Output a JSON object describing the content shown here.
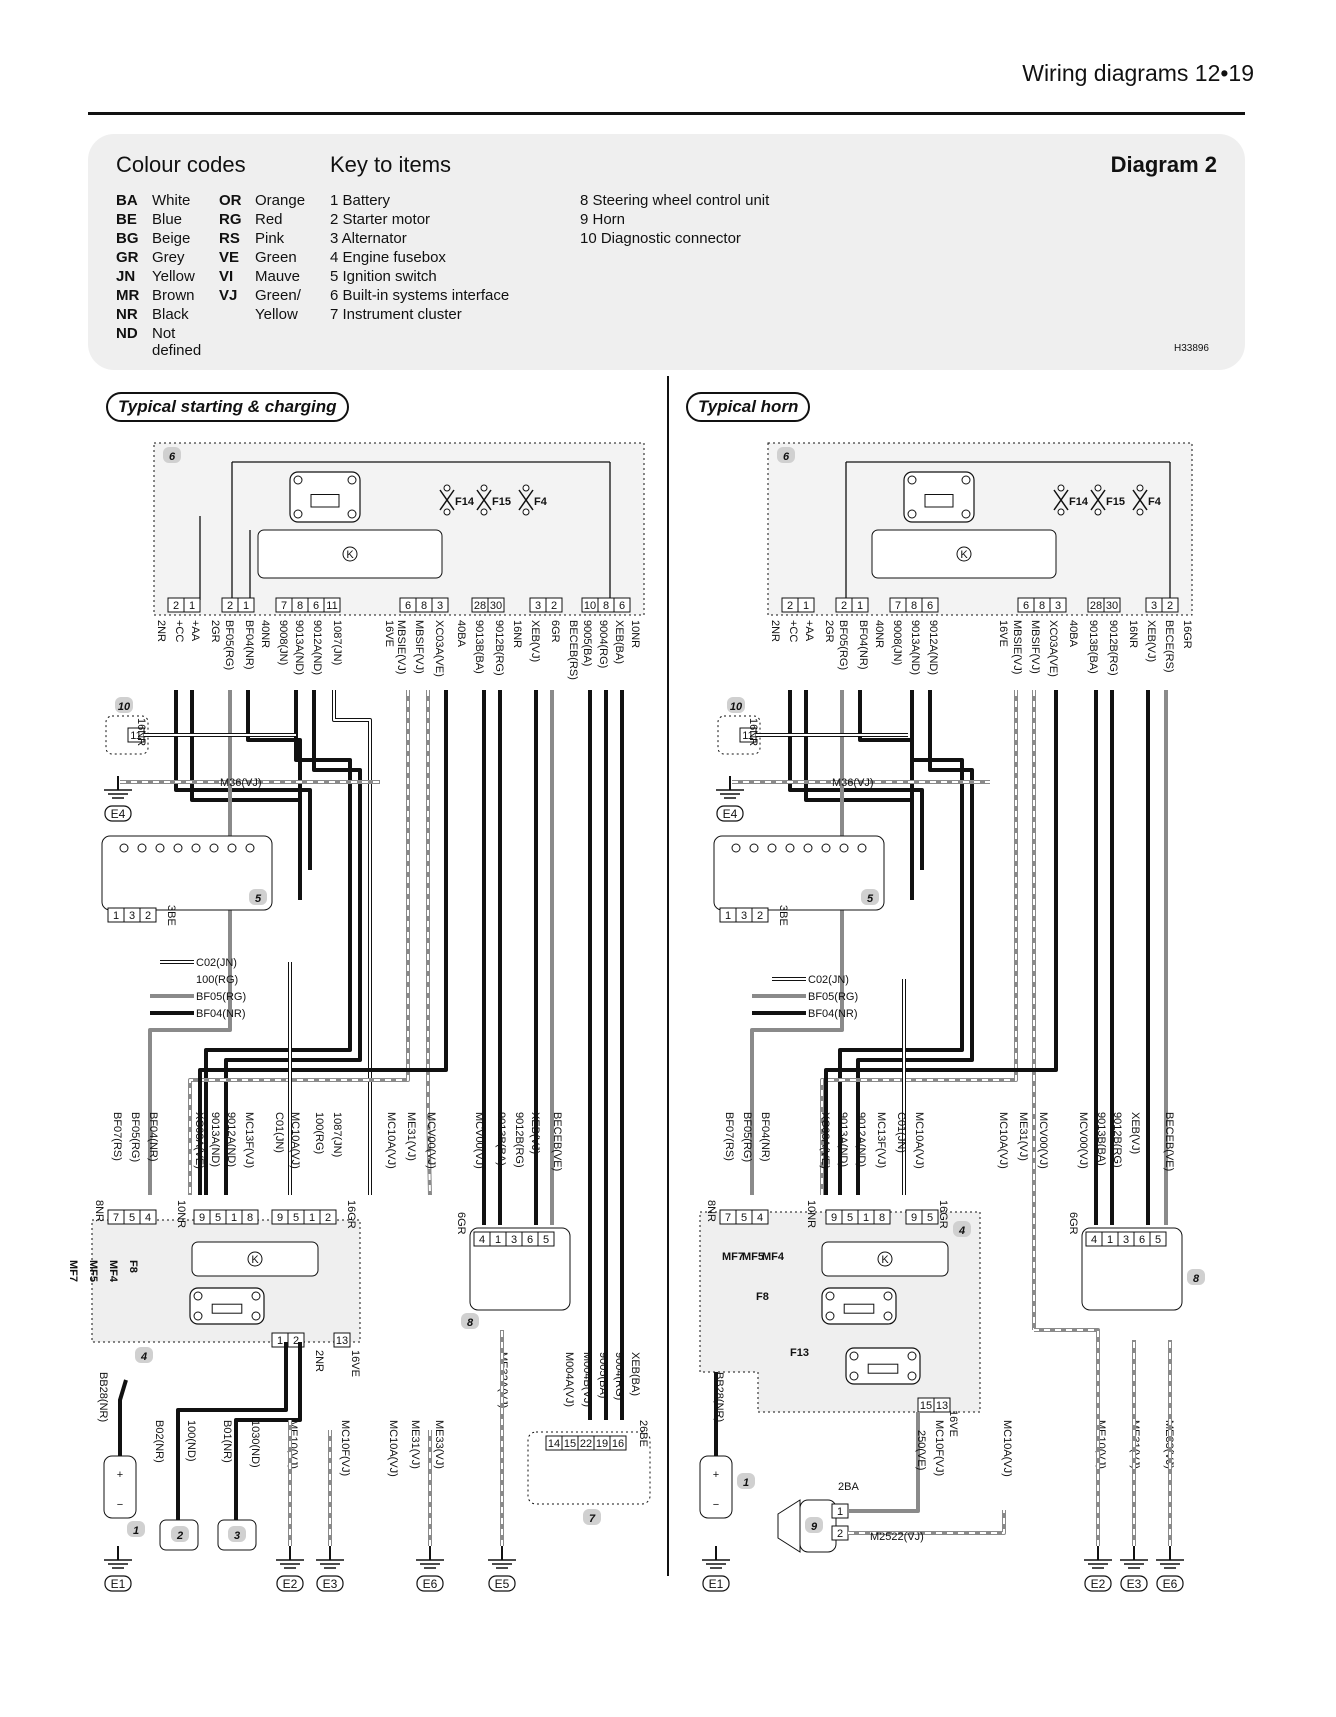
{
  "header": {
    "title": "Wiring diagrams 12•19"
  },
  "legend": {
    "diagram_label": "Diagram 2",
    "colour_heading": "Colour codes",
    "key_heading": "Key to items",
    "ref_code": "H33896",
    "colour_codes": [
      {
        "code": "BA",
        "name": "White"
      },
      {
        "code": "BE",
        "name": "Blue"
      },
      {
        "code": "BG",
        "name": "Beige"
      },
      {
        "code": "GR",
        "name": "Grey"
      },
      {
        "code": "JN",
        "name": "Yellow"
      },
      {
        "code": "MR",
        "name": "Brown"
      },
      {
        "code": "NR",
        "name": "Black"
      },
      {
        "code": "ND",
        "name": "Not defined"
      },
      {
        "code": "OR",
        "name": "Orange"
      },
      {
        "code": "RG",
        "name": "Red"
      },
      {
        "code": "RS",
        "name": "Pink"
      },
      {
        "code": "VE",
        "name": "Green"
      },
      {
        "code": "VI",
        "name": "Mauve"
      },
      {
        "code": "VJ",
        "name": "Green/"
      },
      {
        "code": "",
        "name": "Yellow"
      }
    ],
    "key_items": [
      "1 Battery",
      "2 Starter motor",
      "3 Alternator",
      "4 Engine fusebox",
      "5 Ignition switch",
      "6 Built-in systems interface",
      "7 Instrument cluster",
      "8 Steering wheel control unit",
      "9 Horn",
      "10 Diagnostic connector"
    ]
  },
  "sections": {
    "left_title": "Typical starting & charging",
    "right_title": "Typical horn"
  },
  "left": {
    "bsi_top_wires": [
      "2NR",
      "+CC",
      "+AA",
      "2GR",
      "BF05(RG)",
      "BF04(NR)",
      "40NR",
      "9008(JN)",
      "9013A(ND)",
      "9012A(ND)",
      "1087(JN)",
      "16VE",
      "MBSIE(VJ)",
      "MBSIF(VJ)",
      "XC03A(VE)",
      "40BA",
      "9013B(BA)",
      "9012B(RG)",
      "16NR",
      "XEB(VJ)",
      "6GR",
      "BECEB(RS)",
      "9005(BA)",
      "9004(RG)",
      "XEB(BA)",
      "10NR"
    ],
    "bsi_pins": [
      "2",
      "1",
      "2",
      "1",
      "7",
      "8",
      "6",
      "11",
      "6",
      "8",
      "3",
      "28",
      "30",
      "3",
      "2",
      "10",
      "8",
      "6"
    ],
    "fuses": [
      "F14",
      "F15",
      "F4"
    ],
    "mid_wires": [
      "M36(VJ)",
      "C02(JN)",
      "100(RG)",
      "BF05(RG)",
      "BF04(NR)"
    ],
    "fusebox_wires": [
      "BF07(RS)",
      "BF05(RG)",
      "BF04(NR)",
      "XC03A(VE)",
      "9013A(ND)",
      "9012A(ND)",
      "MC13F(VJ)",
      "C01(JN)",
      "MC10A(VJ)",
      "100(RG)",
      "1087(JN)",
      "MC10A(VJ)",
      "ME31(VJ)",
      "MCV00(VJ)",
      "MCV00(VJ)",
      "9013B(BA)",
      "9012B(RG)",
      "XEB(VJ)",
      "BECEB(VE)"
    ],
    "fusebox_pins": [
      "7",
      "5",
      "4",
      "9",
      "5",
      "1",
      "8",
      "9",
      "5",
      "1",
      "2",
      "1",
      "2",
      "13"
    ],
    "fusebox_fuses": [
      "MF7",
      "MF5",
      "MF4",
      "F8"
    ],
    "bottom_wires": [
      "BB28(NR)",
      "B02(NR)",
      "100(ND)",
      "B01(NR)",
      "1030(ND)",
      "ME10(VJ)",
      "MC10F(VJ)",
      "MC10A(VJ)",
      "ME31(VJ)",
      "ME33(VJ)",
      "ME32A(VJ)",
      "M004A(VJ)",
      "M004B(VJ)",
      "9005(BA)",
      "9004(RG)",
      "XEB(BA)"
    ],
    "cluster_pins": [
      "14",
      "15",
      "22",
      "19",
      "16"
    ],
    "swc_pins": [
      "4",
      "1",
      "3",
      "6",
      "5"
    ],
    "small_labels": [
      "8NR",
      "10NR",
      "16GR",
      "2NR",
      "16VE",
      "6GR",
      "26BE",
      "3BE",
      "16NR"
    ],
    "grounds": [
      "E1",
      "E2",
      "E3",
      "E4",
      "E5",
      "E6"
    ],
    "diag_pin": "11",
    "ign_pins": [
      "1",
      "3",
      "2"
    ],
    "items": [
      "1",
      "2",
      "3",
      "4",
      "5",
      "6",
      "7",
      "8",
      "10"
    ]
  },
  "right": {
    "bsi_top_wires": [
      "2NR",
      "+CC",
      "+AA",
      "2GR",
      "BF05(RG)",
      "BF04(NR)",
      "40NR",
      "9008(JN)",
      "9013A(ND)",
      "9012A(ND)",
      "16VE",
      "MBSIE(VJ)",
      "MBSIF(VJ)",
      "XC03A(VE)",
      "40BA",
      "9013B(BA)",
      "9012B(RG)",
      "16NR",
      "XEB(VJ)",
      "BECE(RS)",
      "16GR"
    ],
    "bsi_pins": [
      "2",
      "1",
      "2",
      "1",
      "7",
      "8",
      "6",
      "6",
      "8",
      "3",
      "28",
      "30",
      "3",
      "2"
    ],
    "fuses": [
      "F14",
      "F15",
      "F4"
    ],
    "mid_wires": [
      "M36(VJ)",
      "C02(JN)",
      "BF05(RG)",
      "BF04(NR)"
    ],
    "fusebox_wires": [
      "BF07(RS)",
      "BF05(RG)",
      "BF04(NR)",
      "XC03A(VE)",
      "9013A(ND)",
      "9012A(ND)",
      "MC13F(VJ)",
      "C01(JN)",
      "MC10A(VJ)",
      "MC10A(VJ)",
      "ME31(VJ)",
      "MCV00(VJ)",
      "MCV00(VJ)",
      "9013B(BA)",
      "9012B(RG)",
      "XEB(VJ)",
      "BECEB(VE)"
    ],
    "fusebox_pins": [
      "7",
      "5",
      "4",
      "9",
      "5",
      "1",
      "8",
      "9",
      "5",
      "15",
      "13"
    ],
    "fusebox_fuses": [
      "MF7",
      "MF5",
      "MF4",
      "F8",
      "F13"
    ],
    "bottom_wires": [
      "BB28(NR)",
      "MC10F(VJ)",
      "250(VE)",
      "MC10A(VJ)",
      "ME10(VJ)",
      "ME31(VJ)",
      "ME33(VJ)",
      "M2522(VJ)"
    ],
    "swc_pins": [
      "4",
      "1",
      "3",
      "6",
      "5"
    ],
    "horn_pins": [
      "1",
      "2"
    ],
    "small_labels": [
      "8NR",
      "10NR",
      "16GR",
      "16VE",
      "6GR",
      "2BA",
      "3BE",
      "16NR"
    ],
    "grounds": [
      "E1",
      "E2",
      "E3",
      "E4",
      "E6"
    ],
    "diag_pin": "11",
    "ign_pins": [
      "1",
      "3",
      "2"
    ],
    "items": [
      "1",
      "4",
      "5",
      "6",
      "8",
      "9",
      "10"
    ]
  }
}
